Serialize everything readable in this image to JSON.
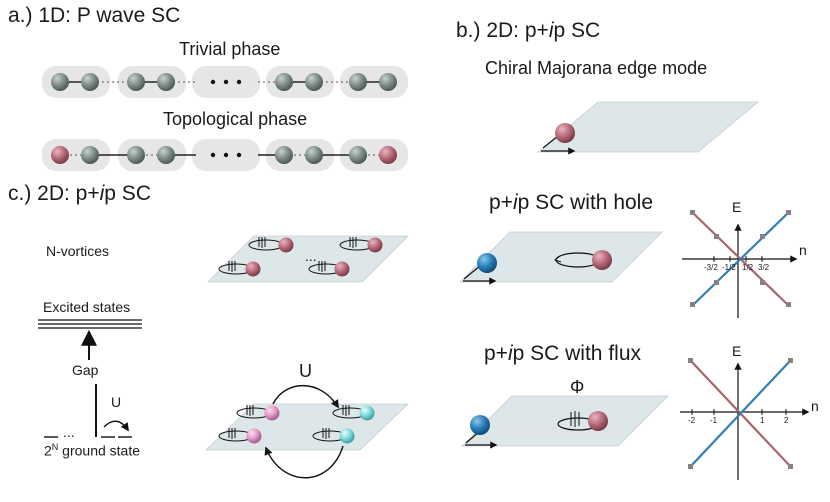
{
  "panels": {
    "a": {
      "title_prefix": "a.) 1D: ",
      "title_main": "P wave SC",
      "trivial_label": "Trivial phase",
      "topological_label": "Topological phase"
    },
    "b": {
      "title_prefix": "b.) 2D: p+",
      "title_italic": "i",
      "title_suffix": "p SC",
      "subtitle": "Chiral Majorana edge mode"
    },
    "c": {
      "title_prefix": "c.) 2D: p+",
      "title_italic": "i",
      "title_suffix": "p SC",
      "n_vortices": "N-vortices",
      "excited_states": "Excited states",
      "gap": "Gap",
      "u_label": "U",
      "ground_state_prefix": "2",
      "ground_state_sup": "N",
      "ground_state_suffix": " ground state",
      "dots": "..."
    },
    "hole": {
      "label_prefix": "p+",
      "label_italic": "i",
      "label_suffix": "p SC with hole"
    },
    "flux": {
      "label_prefix": "p+",
      "label_italic": "i",
      "label_suffix": "p SC with flux",
      "phi": "Φ"
    },
    "spectrum_hole": {
      "e_axis": "E",
      "n_axis": "n",
      "ticks": [
        "-3/2",
        "-1/2",
        "1/2",
        "3/2"
      ]
    },
    "spectrum_flux": {
      "e_axis": "E",
      "n_axis": "n",
      "ticks": [
        "-2",
        "-1",
        "1",
        "2"
      ]
    },
    "u_arrow": "U"
  },
  "colors": {
    "chain_bg": "#e6e6e6",
    "sphere_grey": "#7f8e88",
    "sphere_red": "#b86a7a",
    "sphere_blue": "#2a7fb8",
    "sphere_pink": "#e497c8",
    "sphere_cyan": "#7fd9dc",
    "plane": "#dde6e8",
    "branch_red": "#a8646c",
    "branch_blue": "#2f7fb2"
  }
}
